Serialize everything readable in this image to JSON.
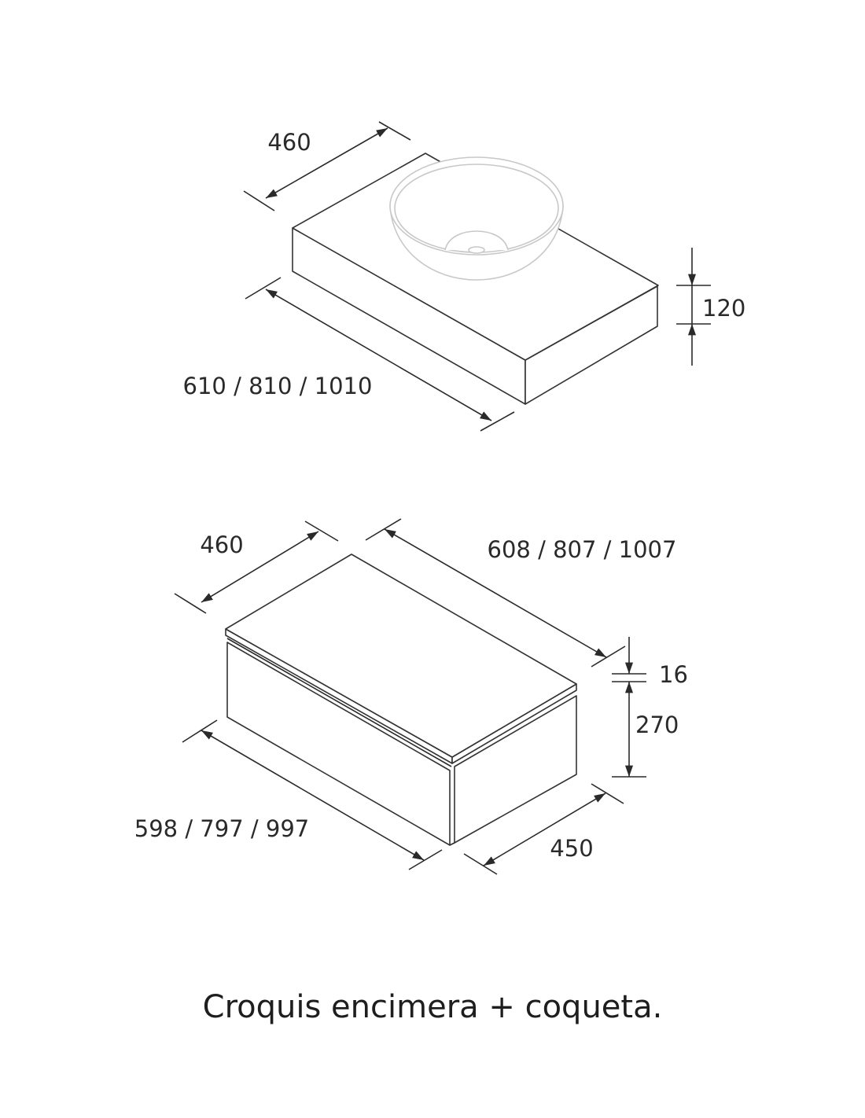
{
  "top_drawing": {
    "name": "encimera",
    "depth_label": "460",
    "width_label": "610 / 810 / 1010",
    "height_label": "120"
  },
  "bottom_drawing": {
    "name": "coqueta",
    "depth_label": "460",
    "top_width_label": "608 / 807 / 1007",
    "counter_thickness_label": "16",
    "body_height_label": "270",
    "body_width_label": "598 / 797 / 997",
    "body_depth_label": "450"
  },
  "caption": "Croquis encimera + coqueta."
}
